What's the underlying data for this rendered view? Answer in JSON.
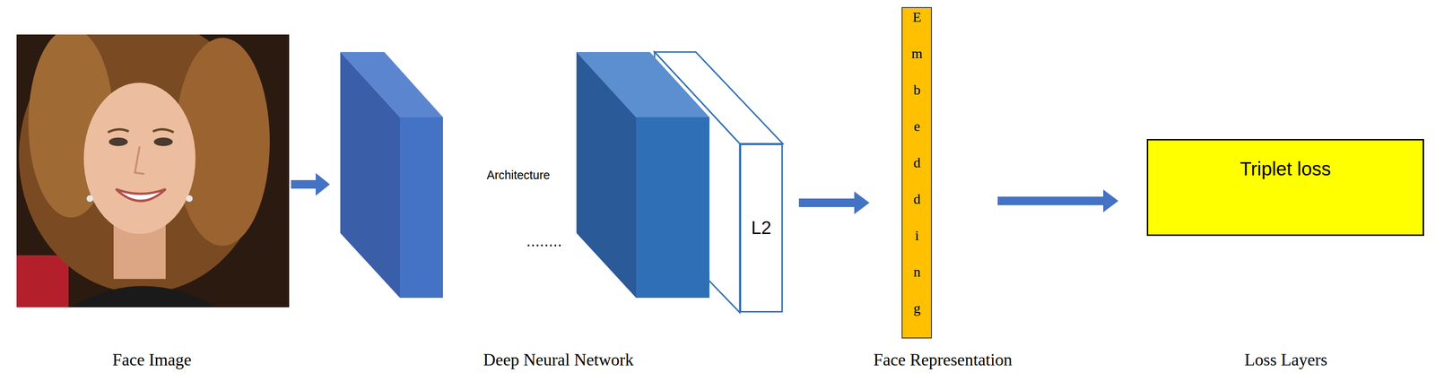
{
  "diagram": {
    "nodes": [
      {
        "text": [
          "L2"
        ]
      },
      {
        "text": [
          "Embedding"
        ]
      },
      {
        "text": [
          "Triplet loss"
        ]
      }
    ],
    "edges": [
      {
        "from": 0,
        "to": 1,
        "arrow": "to"
      },
      {
        "from": 1,
        "to": 2,
        "arrow": "to"
      }
    ],
    "labels": [
      "Architecture",
      "........",
      "Face Image",
      "Deep Neural Network",
      "Face Representation",
      "Loss Layers"
    ]
  }
}
